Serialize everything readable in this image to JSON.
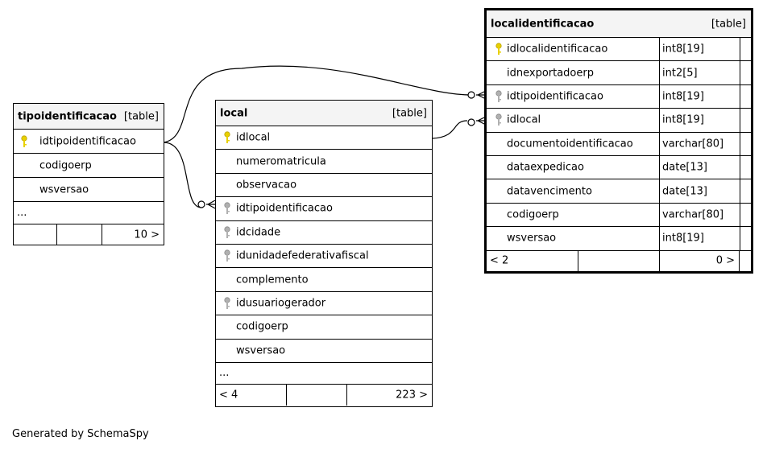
{
  "tables": {
    "tipoidentificacao": {
      "name": "tipoidentificacao",
      "kind": "[table]",
      "columns": [
        {
          "name": "idtipoidentificacao",
          "key": "primary"
        },
        {
          "name": "codigoerp",
          "key": "none"
        },
        {
          "name": "wsversao",
          "key": "none"
        }
      ],
      "ellipsis": "...",
      "footer": {
        "left": "",
        "middle": "",
        "right": "10 >"
      }
    },
    "local": {
      "name": "local",
      "kind": "[table]",
      "columns": [
        {
          "name": "idlocal",
          "key": "primary"
        },
        {
          "name": "numeromatricula",
          "key": "none"
        },
        {
          "name": "observacao",
          "key": "none"
        },
        {
          "name": "idtipoidentificacao",
          "key": "foreign"
        },
        {
          "name": "idcidade",
          "key": "foreign"
        },
        {
          "name": "idunidadefederativafiscal",
          "key": "foreign"
        },
        {
          "name": "complemento",
          "key": "none"
        },
        {
          "name": "idusuariogerador",
          "key": "foreign"
        },
        {
          "name": "codigoerp",
          "key": "none"
        },
        {
          "name": "wsversao",
          "key": "none"
        }
      ],
      "ellipsis": "...",
      "footer": {
        "left": "< 4",
        "middle": "",
        "right": "223 >"
      }
    },
    "localidentificacao": {
      "name": "localidentificacao",
      "kind": "[table]",
      "columns": [
        {
          "name": "idlocalidentificacao",
          "type": "int8[19]",
          "key": "primary"
        },
        {
          "name": "idnexportadoerp",
          "type": "int2[5]",
          "key": "none"
        },
        {
          "name": "idtipoidentificacao",
          "type": "int8[19]",
          "key": "foreign"
        },
        {
          "name": "idlocal",
          "type": "int8[19]",
          "key": "foreign"
        },
        {
          "name": "documentoidentificacao",
          "type": "varchar[80]",
          "key": "none"
        },
        {
          "name": "dataexpedicao",
          "type": "date[13]",
          "key": "none"
        },
        {
          "name": "datavencimento",
          "type": "date[13]",
          "key": "none"
        },
        {
          "name": "codigoerp",
          "type": "varchar[80]",
          "key": "none"
        },
        {
          "name": "wsversao",
          "type": "int8[19]",
          "key": "none"
        }
      ],
      "footer": {
        "left": "< 2",
        "middle": "",
        "right": "0 >"
      }
    }
  },
  "credit": "Generated by SchemaSpy",
  "colors": {
    "primary_key": "#e8d000",
    "foreign_key": "#b0b0b0",
    "header_bg": "#f4f4f4",
    "line": "#000000"
  }
}
